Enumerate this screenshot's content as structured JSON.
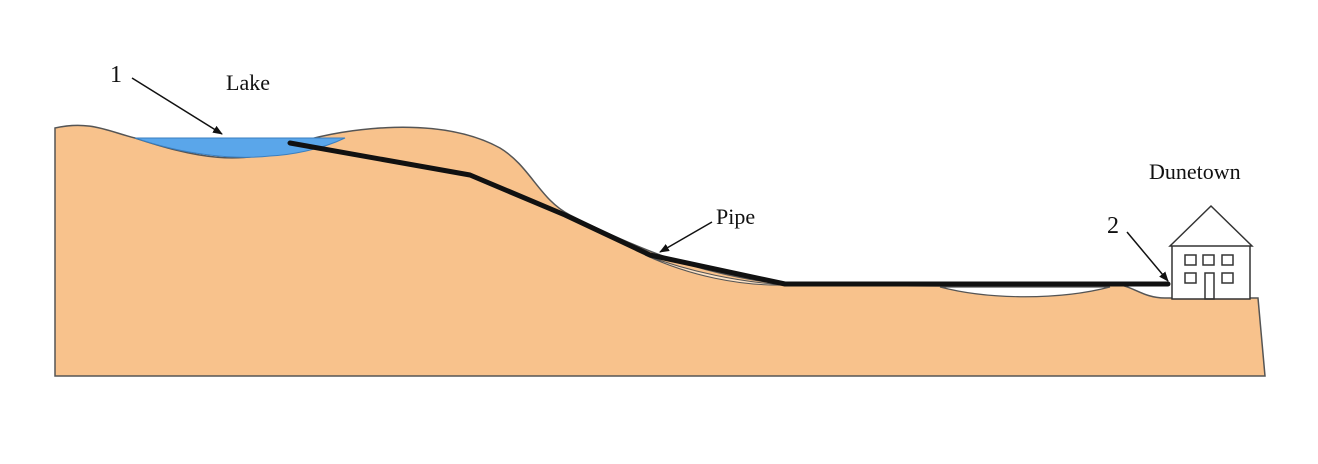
{
  "labels": {
    "marker_1": "1",
    "lake": "Lake",
    "pipe": "Pipe",
    "marker_2": "2",
    "town": "Dunetown"
  },
  "colors": {
    "ground": "#f8c28c",
    "outline": "#555555",
    "water": "#5aa6ea",
    "pipe": "#111111",
    "house_fill": "#ffffff",
    "house_stroke": "#333333"
  },
  "icons": {
    "house": "house-icon"
  }
}
